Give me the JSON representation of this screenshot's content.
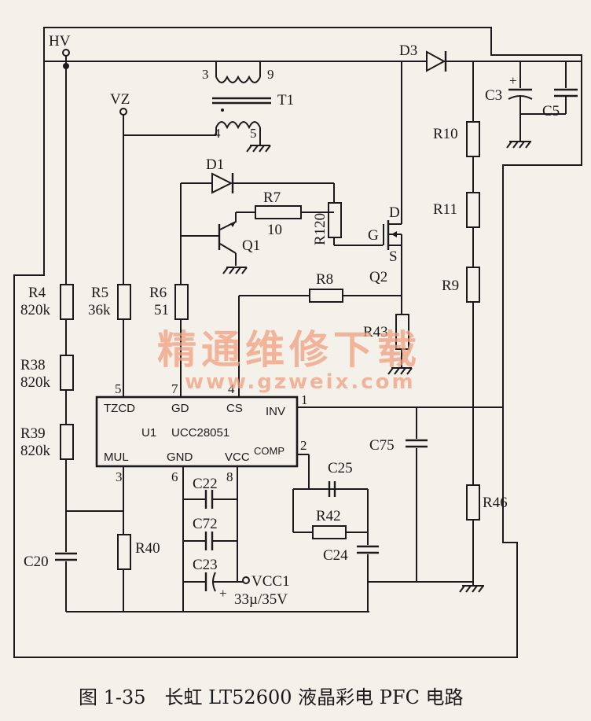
{
  "nodes": {
    "hv": "HV",
    "vz": "VZ",
    "vcc1": "VCC1",
    "vcc1_value": "33µ/35V"
  },
  "transformer": {
    "name": "T1",
    "pin3": "3",
    "pin9": "9",
    "pin4": "4",
    "pin5": "5"
  },
  "components": {
    "r4": "R4",
    "r4_val": "820k",
    "r38": "R38",
    "r38_val": "820k",
    "r39": "R39",
    "r39_val": "820k",
    "r5": "R5",
    "r5_val": "36k",
    "r6": "R6",
    "r6_val": "51",
    "r7": "R7",
    "r7_val": "10",
    "r120": "R120",
    "r8": "R8",
    "r43": "R43",
    "r10": "R10",
    "r11": "R11",
    "r9": "R9",
    "r46": "R46",
    "r40": "R40",
    "r42": "R42",
    "d1": "D1",
    "d3": "D3",
    "q1": "Q1",
    "q2": "Q2",
    "q2_d": "D",
    "q2_g": "G",
    "q2_s": "S",
    "c3": "C3",
    "c5": "C5",
    "c20": "C20",
    "c22": "C22",
    "c72": "C72",
    "c23": "C23",
    "c25": "C25",
    "c24": "C24",
    "c75": "C75"
  },
  "ic": {
    "name": "U1",
    "part": "UCC28051",
    "pins": {
      "tzcd": "TZCD",
      "tzcd_num": "5",
      "gd": "GD",
      "gd_num": "7",
      "cs": "CS",
      "cs_num": "4",
      "inv": "INV",
      "inv_num": "1",
      "mul": "MUL",
      "mul_num": "3",
      "gnd": "GND",
      "gnd_num": "6",
      "vcc": "VCC",
      "vcc_num": "8",
      "comp": "COMP",
      "comp_num": "2"
    }
  },
  "watermark": {
    "cn": "精通维修下载",
    "url": "www.gzweix.com"
  },
  "caption": "图 1-35　长虹 LT52600 液晶彩电 PFC 电路"
}
